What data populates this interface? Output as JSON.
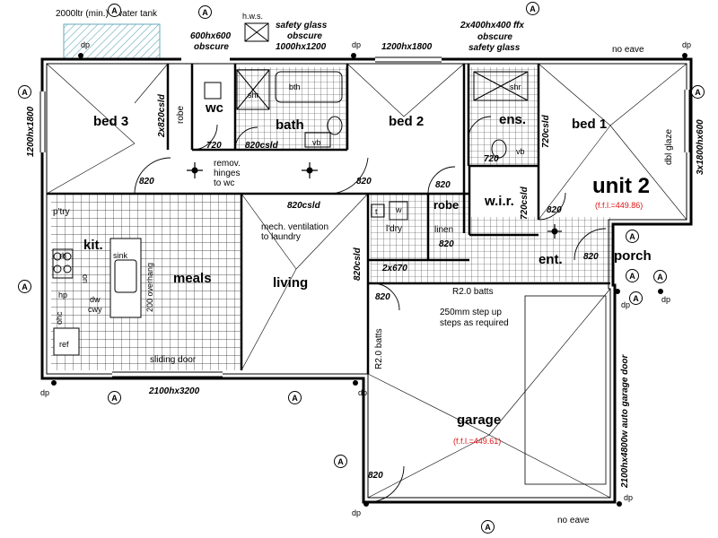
{
  "rooms": {
    "bed3": "bed 3",
    "robe1": "robe",
    "wc": "wc",
    "bath": "bath",
    "bed2": "bed 2",
    "ens": "ens.",
    "bed1": "bed 1",
    "unit": "unit 2",
    "unit_ffl": "(f.f.l.=449.86)",
    "kit": "kit.",
    "meals": "meals",
    "living": "living",
    "robe2": "robe",
    "wir": "w.i.r.",
    "ldry": "l'dry",
    "linen": "linen",
    "ent": "ent.",
    "porch": "porch",
    "garage": "garage",
    "garage_ffl": "(f.f.l.=449.61)",
    "ptry": "p'try"
  },
  "fixtures": {
    "shr1": "shr",
    "bth": "bth",
    "vb1": "vb",
    "shr2": "shr",
    "vb2": "vb",
    "hws": "h.w.s.",
    "sink": "sink",
    "dw": "dw",
    "cwy": "cwy",
    "rh": "rh",
    "uo": "uo",
    "hp": "hp",
    "ohc": "ohc",
    "ref": "ref",
    "w": "w",
    "t": "t",
    "over": "200 overhang"
  },
  "notes": {
    "tank": "2000ltr (min.) r'water tank",
    "win1": "600hx600",
    "win1b": "obscure",
    "win2": "safety glass",
    "win2b": "obscure",
    "win2c": "1000hx1200",
    "win3": "2x400hx400 ffx",
    "win3b": "obscure",
    "win3c": "safety glass",
    "win4": "1200hx1800",
    "noeave1": "no eave",
    "noeave2": "no eave",
    "remov1": "remov.",
    "remov2": "hinges",
    "remov3": "to wc",
    "mech1": "mech. ventilation",
    "mech2": "to laundry",
    "r20a": "R2.0 batts",
    "r20b": "R2.0 batts",
    "step1": "250mm step up",
    "step2": "steps as required",
    "sliding": "sliding door",
    "dblglaze": "dbl glaze",
    "dp1": "dp",
    "dp2": "dp",
    "dp3": "dp",
    "dp4": "dp",
    "dp5": "dp",
    "dp6": "dp",
    "dp7": "dp",
    "dp8": "dp",
    "dp9": "dp"
  },
  "dims": {
    "d820_1": "820",
    "d820_2": "820",
    "d820_3": "820",
    "d820_4": "820",
    "d820_5": "820",
    "d820_6": "820",
    "d820_7": "820",
    "d820_8": "820",
    "d720_1": "720",
    "d720_2": "720",
    "d820csld_1": "820csld",
    "d820csld_2": "820csld",
    "d820csld_3": "820csld",
    "d720csld_1": "720csld",
    "d720csld_2": "720csld",
    "d2x820csld": "2x820csld",
    "d2x670": "2x670",
    "d2100x3200": "2100hx3200",
    "d1200x1800": "1200hx1800",
    "d3x1800": "3x1800hx600",
    "dgarage": "2100hx4800w auto garage door"
  },
  "tag_letter": "A"
}
